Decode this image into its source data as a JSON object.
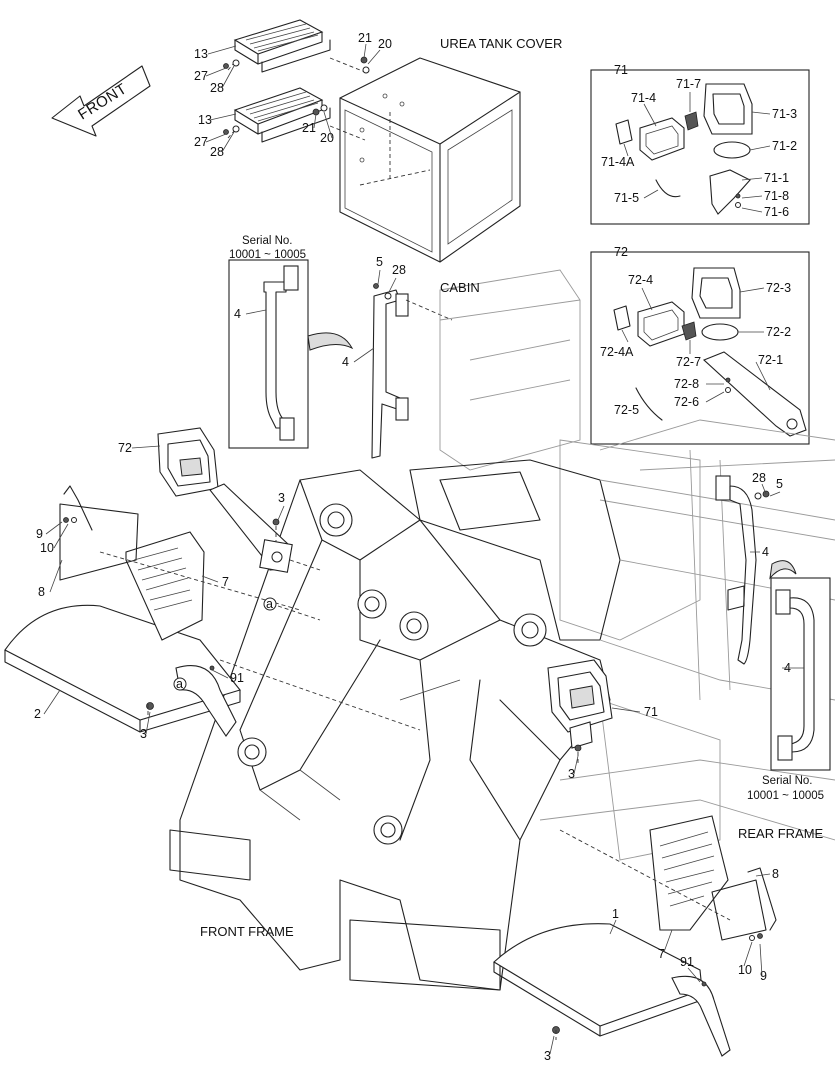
{
  "direction_arrow": "FRONT",
  "captions": {
    "urea_tank_cover": "UREA TANK COVER",
    "cabin": "CABIN",
    "front_frame": "FRONT FRAME",
    "rear_frame": "REAR FRAME"
  },
  "serial_notes": {
    "left": {
      "line1": "Serial No.",
      "line2": "10001 ~ 10005"
    },
    "right": {
      "line1": "Serial No.",
      "line2": "10001 ~ 10005"
    }
  },
  "detail_boxes": {
    "lamp_71": {
      "title": "71",
      "labels": [
        "71-4",
        "71-7",
        "71-3",
        "71-2",
        "71-1",
        "71-8",
        "71-6",
        "71-5",
        "71-4A"
      ]
    },
    "lamp_72": {
      "title": "72",
      "labels": [
        "72-4",
        "72-3",
        "72-2",
        "72-1",
        "72-7",
        "72-8",
        "72-6",
        "72-5",
        "72-4A"
      ]
    }
  },
  "reference_mark": "a",
  "part_labels": {
    "p13a": "13",
    "p27a": "27",
    "p28a": "28",
    "p21a": "21",
    "p20a": "20",
    "p13b": "13",
    "p27b": "27",
    "p28b": "28",
    "p21b": "21",
    "p20b": "20",
    "p5a": "5",
    "p28c": "28",
    "p4a": "4",
    "p4b": "4",
    "p72": "72",
    "p3a": "3",
    "p9a": "9",
    "p10a": "10",
    "p8a": "8",
    "p7a": "7",
    "p2": "2",
    "p3b": "3",
    "p91a": "91",
    "p71": "71",
    "p3c": "3",
    "p28d": "28",
    "p5b": "5",
    "p4c": "4",
    "p4d": "4",
    "p8b": "8",
    "p7b": "7",
    "p10b": "10",
    "p9b": "9",
    "p1": "1",
    "p91b": "91",
    "p3d": "3"
  }
}
